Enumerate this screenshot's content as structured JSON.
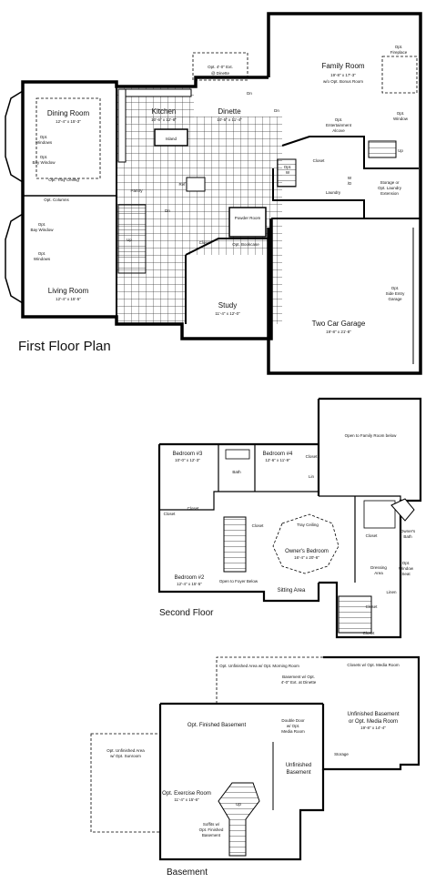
{
  "first_floor": {
    "title": "First Floor Plan",
    "rooms": {
      "family_room": {
        "name": "Family Room",
        "dims": "19'-8\" x 17'-3\"",
        "note": "w/o Opt. Bonus Room"
      },
      "dining_room": {
        "name": "Dining Room",
        "dims": "12'-4\" x 15'-3\""
      },
      "kitchen": {
        "name": "Kitchen",
        "dims": "10'-6\" x 12'-8\""
      },
      "dinette": {
        "name": "Dinette",
        "dims": "10'-5\" x 11'-4\""
      },
      "living_room": {
        "name": "Living Room",
        "dims": "12'-4\" x 15'-5\""
      },
      "study": {
        "name": "Study",
        "dims": "11'-4\" x 12'-0\""
      },
      "garage": {
        "name": "Two Car Garage",
        "dims": "19'-8\" x 21'-8\""
      }
    },
    "labels": {
      "opt_fireplace": [
        "Opt.",
        "Fireplace"
      ],
      "opt_window_fr": [
        "Opt.",
        "Window"
      ],
      "opt_ext": [
        "Opt. 4'-0\" Ext.",
        "@ Dinette"
      ],
      "opt_windows_dr": [
        "Opt.",
        "Windows"
      ],
      "opt_bay_window_dr": [
        "Opt.",
        "Bay Window"
      ],
      "opt_tray_ceiling": "Opt. Tray Ceiling",
      "opt_columns": "Opt. Columns",
      "opt_bay_window_lr": [
        "Opt.",
        "Bay Window"
      ],
      "opt_windows_lr": [
        "Opt.",
        "Windows"
      ],
      "island": "Island",
      "pantry": "Pantry",
      "ref": "Ref",
      "dn_kitchen": "Dn",
      "up_stair": "Up",
      "dn_family": "Dn",
      "dn_dinette": "Dn",
      "opt_entertainment": [
        "Opt.",
        "Entertainment",
        "Alcove"
      ],
      "up_family": "Up",
      "closet_family": "Closet",
      "opt_mudroom": [
        "Opt.",
        "W"
      ],
      "laundry": "Laundry",
      "w_d": [
        "W",
        "/D"
      ],
      "storage": [
        "Storage or",
        "Opt. Laundry",
        "Extension"
      ],
      "powder_room": "Powder Room",
      "closet_study": "Closet",
      "opt_bookcase": "Opt. Bookcase",
      "opt_side_entry": [
        "Opt.",
        "Side Entry",
        "Garage"
      ]
    }
  },
  "second_floor": {
    "title": "Second Floor",
    "labels": {
      "open_family": "Open to Family Room below",
      "bedroom3": [
        "Bedroom #3",
        "10'-0\" x 12'-3\""
      ],
      "bedroom4": [
        "Bedroom #4",
        "12'-6\" x 11'-9\""
      ],
      "closet_b3": "Closet",
      "closet_b4": "Closet",
      "linen": "Lin",
      "bath": "Bath",
      "opt_tray": "Tray Ceiling",
      "owners_bedroom": [
        "Owner's Bedroom",
        "16'-4\" x 20'-6\""
      ],
      "bedroom2": [
        "Bedroom #2",
        "12'-4\" x 15'-5\""
      ],
      "open_foyer": "Open to Foyer Below",
      "sitting_area": "Sitting Area",
      "closet_b2a": "Closet",
      "closet_b2b": "Closet",
      "closet_owner1": "Closet",
      "closet_owner2": "Closet",
      "dressing": [
        "Dressing",
        "Area"
      ],
      "owners_bath": [
        "Owner's",
        "Bath"
      ],
      "opt_window_seat": [
        "Opt.",
        "Window",
        "Seat"
      ],
      "linen2": "Linen",
      "closet_owner3": "Closet"
    }
  },
  "basement": {
    "title": "Basement",
    "labels": {
      "opt_unfinished_morning": "Opt. Unfinished Area w/ Opt. Morning Room",
      "basement_opt_ext": [
        "Basement w/ Opt.",
        "4'-0\" Ext. at Dinette"
      ],
      "closets_media": "Closets w/ Opt. Media Room",
      "unfinished_media": [
        "Unfinished Basement",
        "or Opt. Media Room"
      ],
      "media_dims": "19'-8\" x 14'-4\"",
      "opt_finished": "Opt. Finished Basement",
      "double_door": [
        "Double Door",
        "w/ Opt.",
        "Media Room"
      ],
      "storage": "Storage",
      "opt_unfinished_sunroom": [
        "Opt. Unfinished Area",
        "w/ Opt. Sunroom"
      ],
      "unfinished_basement": [
        "Unfinished",
        "Basement"
      ],
      "opt_exercise": "Opt. Exercise Room",
      "exercise_dims": "11'-4\" x 15'-6\"",
      "soffits": [
        "Soffits w/",
        "Opt. Finished",
        "Basement"
      ],
      "up_bsmt": "Up"
    }
  }
}
